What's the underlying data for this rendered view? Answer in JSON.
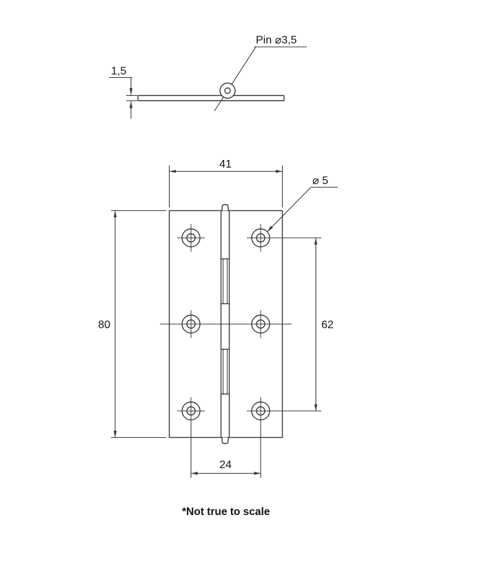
{
  "diagram": {
    "line_color": "#3a3a3a",
    "text_color": "#141414",
    "side_view": {
      "thickness_label": "1,5",
      "pin_label": "Pin ⌀3,5"
    },
    "front_view": {
      "width_label": "41",
      "height_label": "80",
      "hole_diameter_label": "⌀ 5",
      "vertical_hole_spacing_label": "62",
      "horizontal_hole_spacing_label": "24"
    },
    "footnote": "*Not true to scale"
  }
}
